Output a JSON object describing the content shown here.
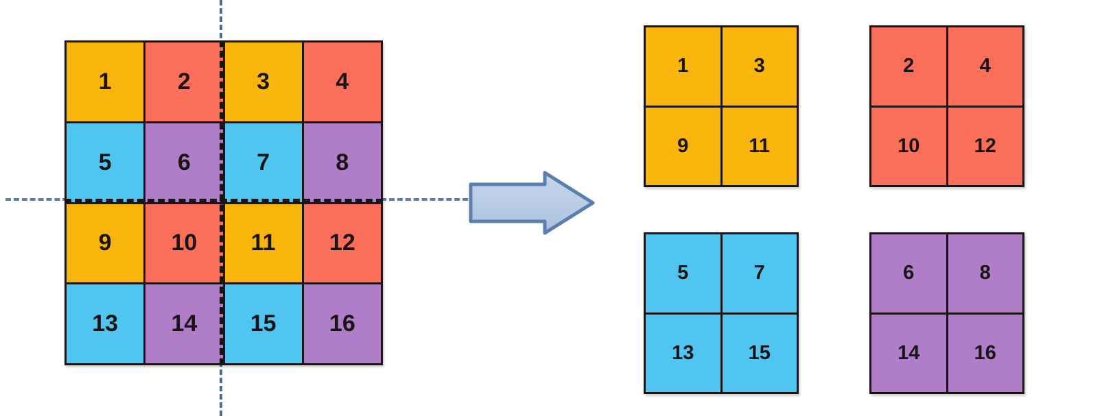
{
  "palette": {
    "yellow": "#FAB50D",
    "red": "#FA6E5A",
    "blue": "#4FC5F0",
    "purple": "#B07EC9",
    "outline": "#1a1416",
    "arrow_fill": "#B9CCE5",
    "arrow_stroke": "#5B7FAC",
    "guide_line": "#5f7fa8",
    "background": "#ffffff"
  },
  "source_grid": {
    "label": "4x4 interleaved source grid",
    "rows": 4,
    "cols": 4,
    "cells": [
      {
        "value": "1",
        "color_key": "yellow"
      },
      {
        "value": "2",
        "color_key": "red"
      },
      {
        "value": "3",
        "color_key": "yellow"
      },
      {
        "value": "4",
        "color_key": "red"
      },
      {
        "value": "5",
        "color_key": "blue"
      },
      {
        "value": "6",
        "color_key": "purple"
      },
      {
        "value": "7",
        "color_key": "blue"
      },
      {
        "value": "8",
        "color_key": "purple"
      },
      {
        "value": "9",
        "color_key": "yellow"
      },
      {
        "value": "10",
        "color_key": "red"
      },
      {
        "value": "11",
        "color_key": "yellow"
      },
      {
        "value": "12",
        "color_key": "red"
      },
      {
        "value": "13",
        "color_key": "blue"
      },
      {
        "value": "14",
        "color_key": "purple"
      },
      {
        "value": "15",
        "color_key": "blue"
      },
      {
        "value": "16",
        "color_key": "purple"
      }
    ]
  },
  "guides": {
    "vertical_label": "vertical-split-dashed-line",
    "horizontal_label": "horizontal-split-dashed-line"
  },
  "arrow": {
    "label": "transform-arrow",
    "direction": "right"
  },
  "output_grids": [
    {
      "label": "yellow-subgrid",
      "color_key": "yellow",
      "rows": 2,
      "cols": 2,
      "cells": [
        {
          "value": "1",
          "color_key": "yellow"
        },
        {
          "value": "3",
          "color_key": "yellow"
        },
        {
          "value": "9",
          "color_key": "yellow"
        },
        {
          "value": "11",
          "color_key": "yellow"
        }
      ]
    },
    {
      "label": "red-subgrid",
      "color_key": "red",
      "rows": 2,
      "cols": 2,
      "cells": [
        {
          "value": "2",
          "color_key": "red"
        },
        {
          "value": "4",
          "color_key": "red"
        },
        {
          "value": "10",
          "color_key": "red"
        },
        {
          "value": "12",
          "color_key": "red"
        }
      ]
    },
    {
      "label": "blue-subgrid",
      "color_key": "blue",
      "rows": 2,
      "cols": 2,
      "cells": [
        {
          "value": "5",
          "color_key": "blue"
        },
        {
          "value": "7",
          "color_key": "blue"
        },
        {
          "value": "13",
          "color_key": "blue"
        },
        {
          "value": "15",
          "color_key": "blue"
        }
      ]
    },
    {
      "label": "purple-subgrid",
      "color_key": "purple",
      "rows": 2,
      "cols": 2,
      "cells": [
        {
          "value": "6",
          "color_key": "purple"
        },
        {
          "value": "8",
          "color_key": "purple"
        },
        {
          "value": "14",
          "color_key": "purple"
        },
        {
          "value": "16",
          "color_key": "purple"
        }
      ]
    }
  ]
}
